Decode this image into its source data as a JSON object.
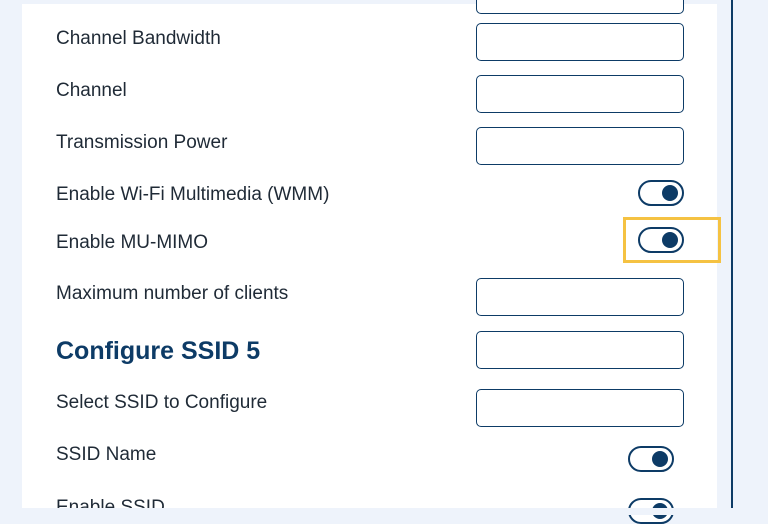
{
  "settings": {
    "labels": {
      "channel_bandwidth": "Channel Bandwidth",
      "channel": "Channel",
      "transmission_power": "Transmission Power",
      "enable_wmm": "Enable Wi-Fi Multimedia (WMM)",
      "enable_mu_mimo": "Enable MU-MIMO",
      "max_clients": "Maximum number of clients",
      "section_title": "Configure SSID 5",
      "select_ssid": "Select SSID to Configure",
      "ssid_name": "SSID Name",
      "enable_ssid": "Enable SSID"
    },
    "fields": {
      "channel_bandwidth": "",
      "channel": "",
      "transmission_power": "",
      "max_clients": "",
      "section_input": "",
      "select_ssid": ""
    },
    "toggles": {
      "enable_wmm": "on",
      "enable_mu_mimo": "on",
      "ssid_name": "on",
      "enable_ssid": "on"
    }
  },
  "colors": {
    "accent": "#0d3b66",
    "highlight": "#f5c242",
    "background": "#eef3fb"
  }
}
